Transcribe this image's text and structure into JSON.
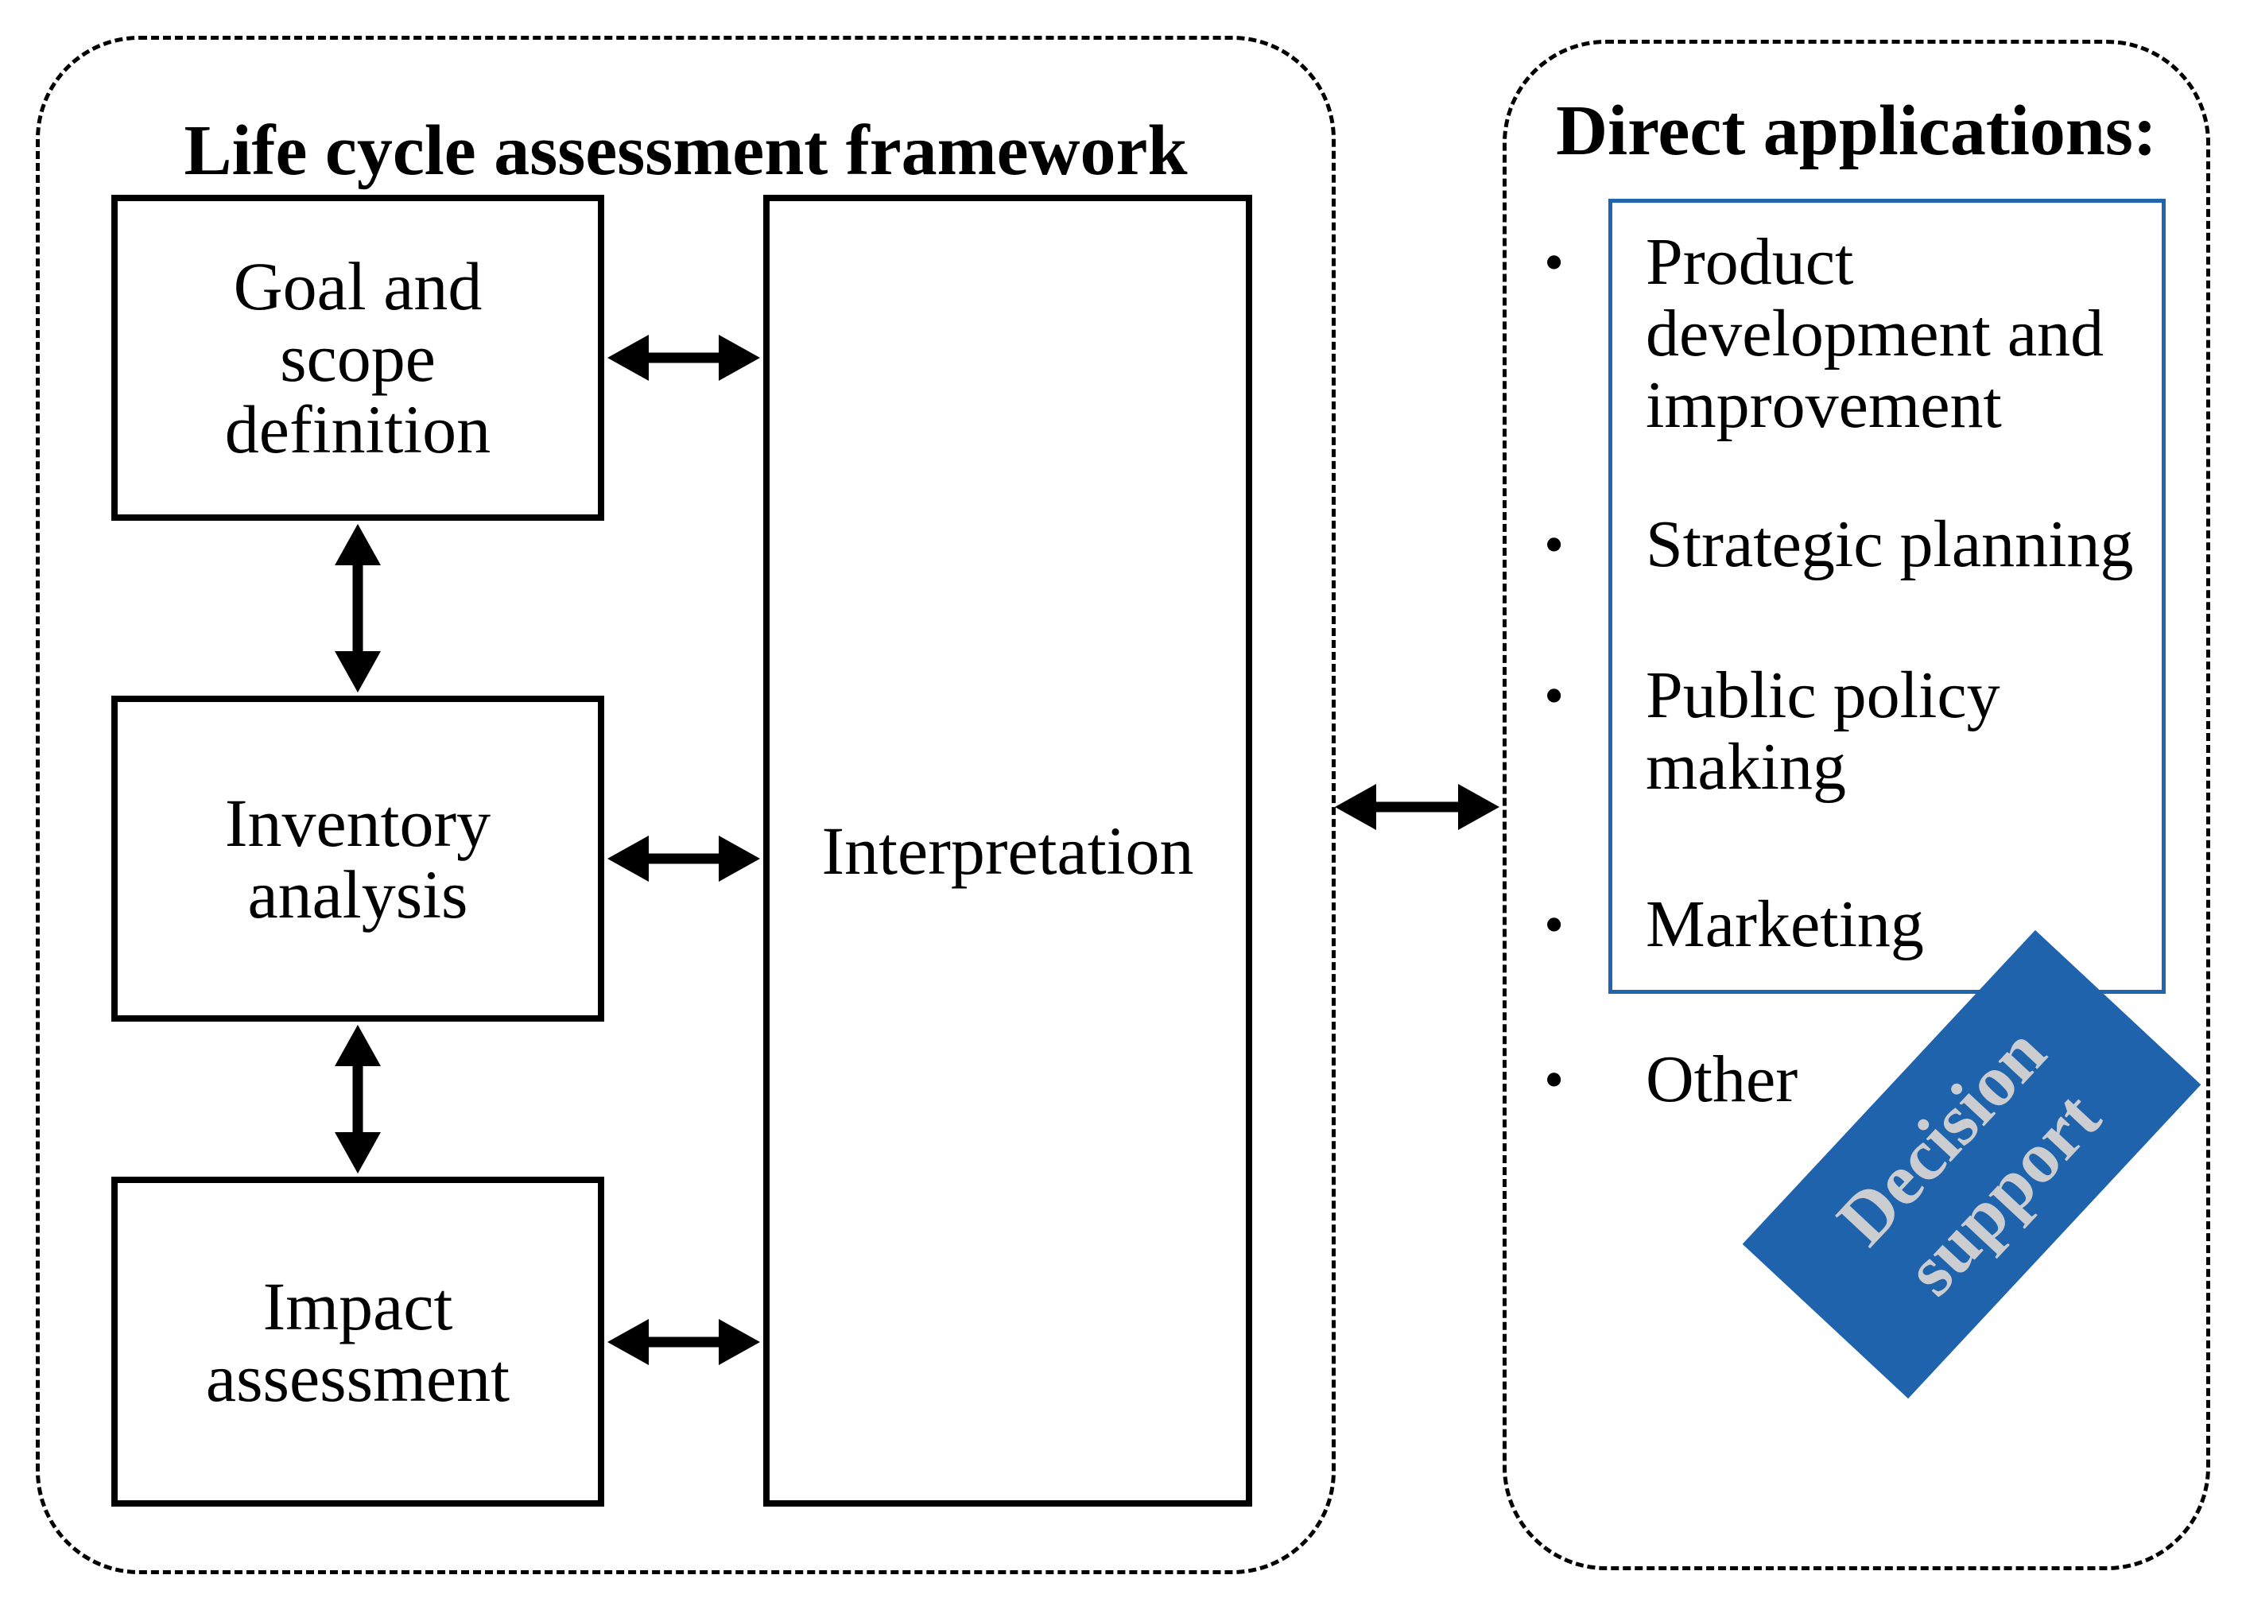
{
  "figure": {
    "type": "block-diagram",
    "background": "#ffffff"
  },
  "left_panel": {
    "title": "Life cycle assessment framework",
    "boxes": {
      "goal": {
        "label": "Goal and\nscope\ndefinition"
      },
      "inventory": {
        "label": "Inventory\nanalysis"
      },
      "impact": {
        "label": "Impact\nassessment"
      },
      "interpretation": {
        "label": "Interpretation"
      }
    },
    "arrows": [
      "goal-inventory-double-arrow",
      "inventory-impact-double-arrow",
      "goal-interpretation-double-arrow",
      "inventory-interpretation-double-arrow",
      "impact-interpretation-double-arrow"
    ]
  },
  "right_panel": {
    "title": "Direct applications:",
    "bullet_char": "•",
    "items": [
      {
        "label": "Product\ndevelopment and\nimprovement"
      },
      {
        "label": "Strategic planning"
      },
      {
        "label": "Public policy\nmaking"
      },
      {
        "label": "Marketing"
      },
      {
        "label": "Other"
      }
    ],
    "decision_badge": {
      "label": "Decision\nsupport"
    }
  },
  "connector": "framework-applications-double-arrow",
  "colors": {
    "ink": "#000000",
    "accent_blue": "#1f66ae",
    "badge_fill": "#1e63ab",
    "badge_text": "#cccdd1"
  }
}
